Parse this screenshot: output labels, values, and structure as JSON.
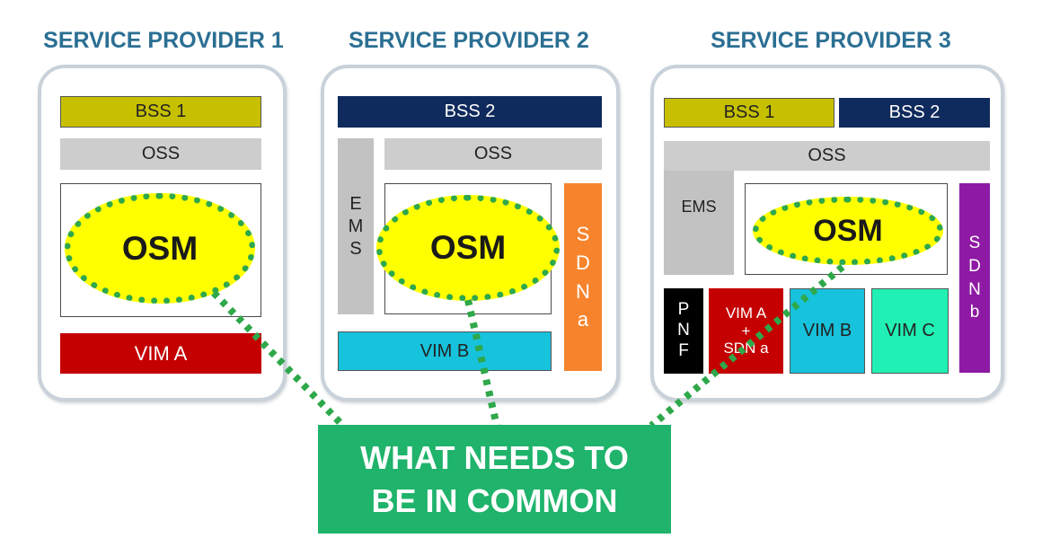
{
  "providers": [
    {
      "title": "SERVICE PROVIDER 1",
      "bss1": "BSS 1",
      "oss": "OSS",
      "osm": "OSM",
      "vim_a": "VIM A"
    },
    {
      "title": "SERVICE PROVIDER 2",
      "bss2": "BSS 2",
      "oss": "OSS",
      "ems": [
        "E",
        "M",
        "S"
      ],
      "osm": "OSM",
      "sdn_a": [
        "S",
        "D",
        "N",
        "a"
      ],
      "vim_b": "VIM B"
    },
    {
      "title": "SERVICE PROVIDER 3",
      "bss1": "BSS 1",
      "bss2": "BSS 2",
      "oss": "OSS",
      "ems": "EMS",
      "osm": "OSM",
      "sdn_b": [
        "S",
        "D",
        "N",
        "b"
      ],
      "pnf": [
        "P",
        "N",
        "F"
      ],
      "vim_a_sdn": [
        "VIM A",
        "+",
        "SDN a"
      ],
      "vim_b": "VIM B",
      "vim_c": "VIM C"
    }
  ],
  "common": {
    "line1": "WHAT NEEDS TO",
    "line2": "BE IN COMMON"
  },
  "colors": {
    "title": "#2b6f93",
    "bss1": "#c7c000",
    "bss2": "#0f2a5c",
    "oss": "#cdcdcd",
    "ems": "#c2c2c2",
    "osm": "#ffff00",
    "dotted": "#2ea84a",
    "vim_a": "#c40000",
    "vim_b": "#17c2dc",
    "vim_c": "#21f0b4",
    "sdn_a": "#f7842d",
    "sdn_b": "#8e1aa4",
    "pnf": "#000000",
    "common": "#1fb36b"
  }
}
